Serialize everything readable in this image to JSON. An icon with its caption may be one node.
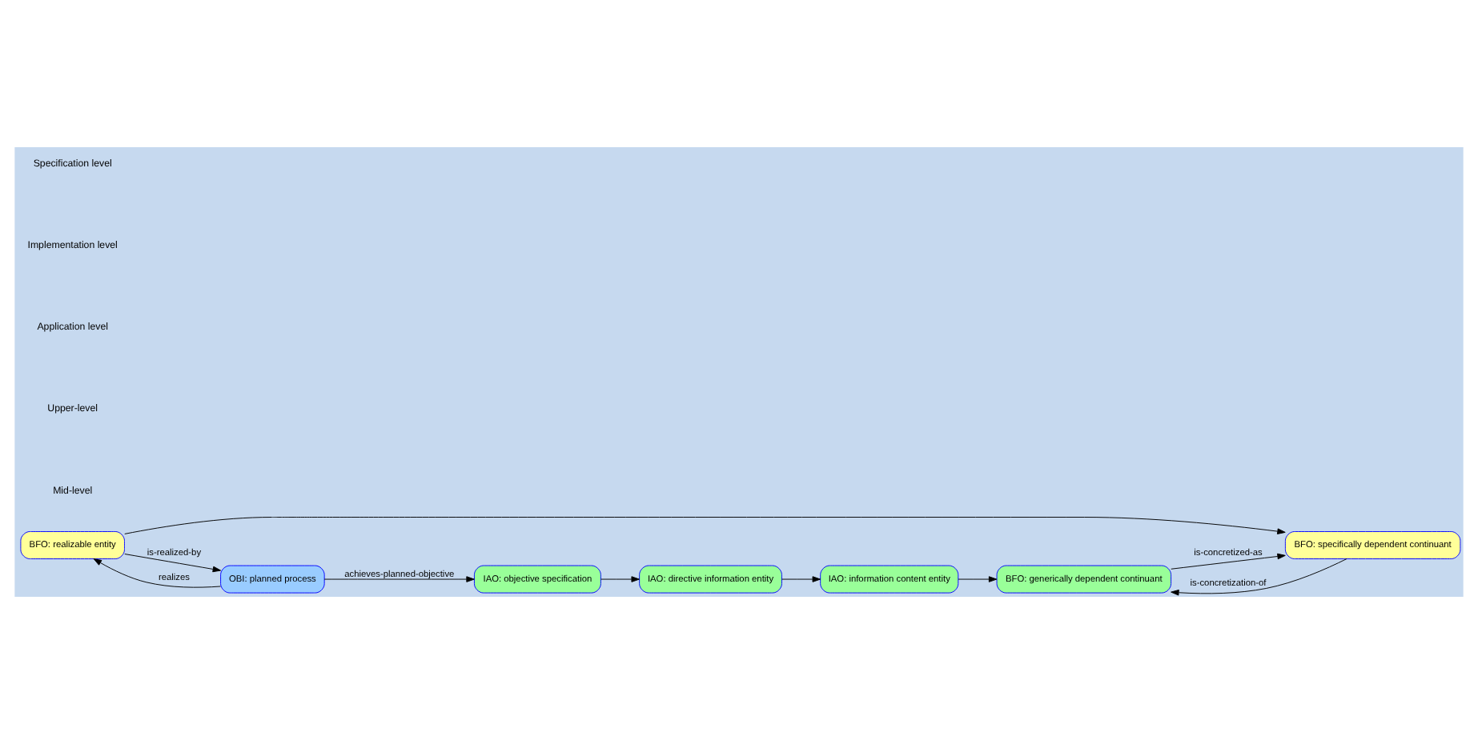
{
  "diagram": {
    "nodes": [
      {
        "text": [
          "BFO: generically dependent continuant"
        ]
      },
      {
        "text": [
          "BFO: specifically dependent continuant"
        ]
      },
      {
        "text": [
          "BFO: realizable entity"
        ]
      },
      {
        "text": [
          "OBI: planned process"
        ]
      },
      {
        "text": [
          "IAO: information content entity"
        ]
      },
      {
        "text": [
          "IAO: directive information entity"
        ]
      },
      {
        "text": [
          "IAO: objective specification"
        ]
      }
    ],
    "edges": [
      {
        "from": 1,
        "to": 0,
        "arrow": "to",
        "label": "is-concretization-of"
      },
      {
        "from": 0,
        "to": 1,
        "arrow": "to",
        "label": "is-concretized-as"
      },
      {
        "from": 2,
        "to": 1,
        "arrow": "to"
      },
      {
        "from": 2,
        "to": 3,
        "arrow": "to",
        "label": "is-realized-by"
      },
      {
        "from": 3,
        "to": 2,
        "arrow": "to",
        "label": "realizes"
      },
      {
        "from": 4,
        "to": 0,
        "arrow": "to"
      },
      {
        "from": 5,
        "to": 4,
        "arrow": "to"
      },
      {
        "from": 6,
        "to": 5,
        "arrow": "to"
      },
      {
        "from": 3,
        "to": 6,
        "arrow": "to",
        "label": "achieves-planned-objective"
      }
    ],
    "labels": [
      "Specification level",
      "Implementation level",
      "Application level",
      "Upper-level",
      "Mid-level"
    ]
  }
}
